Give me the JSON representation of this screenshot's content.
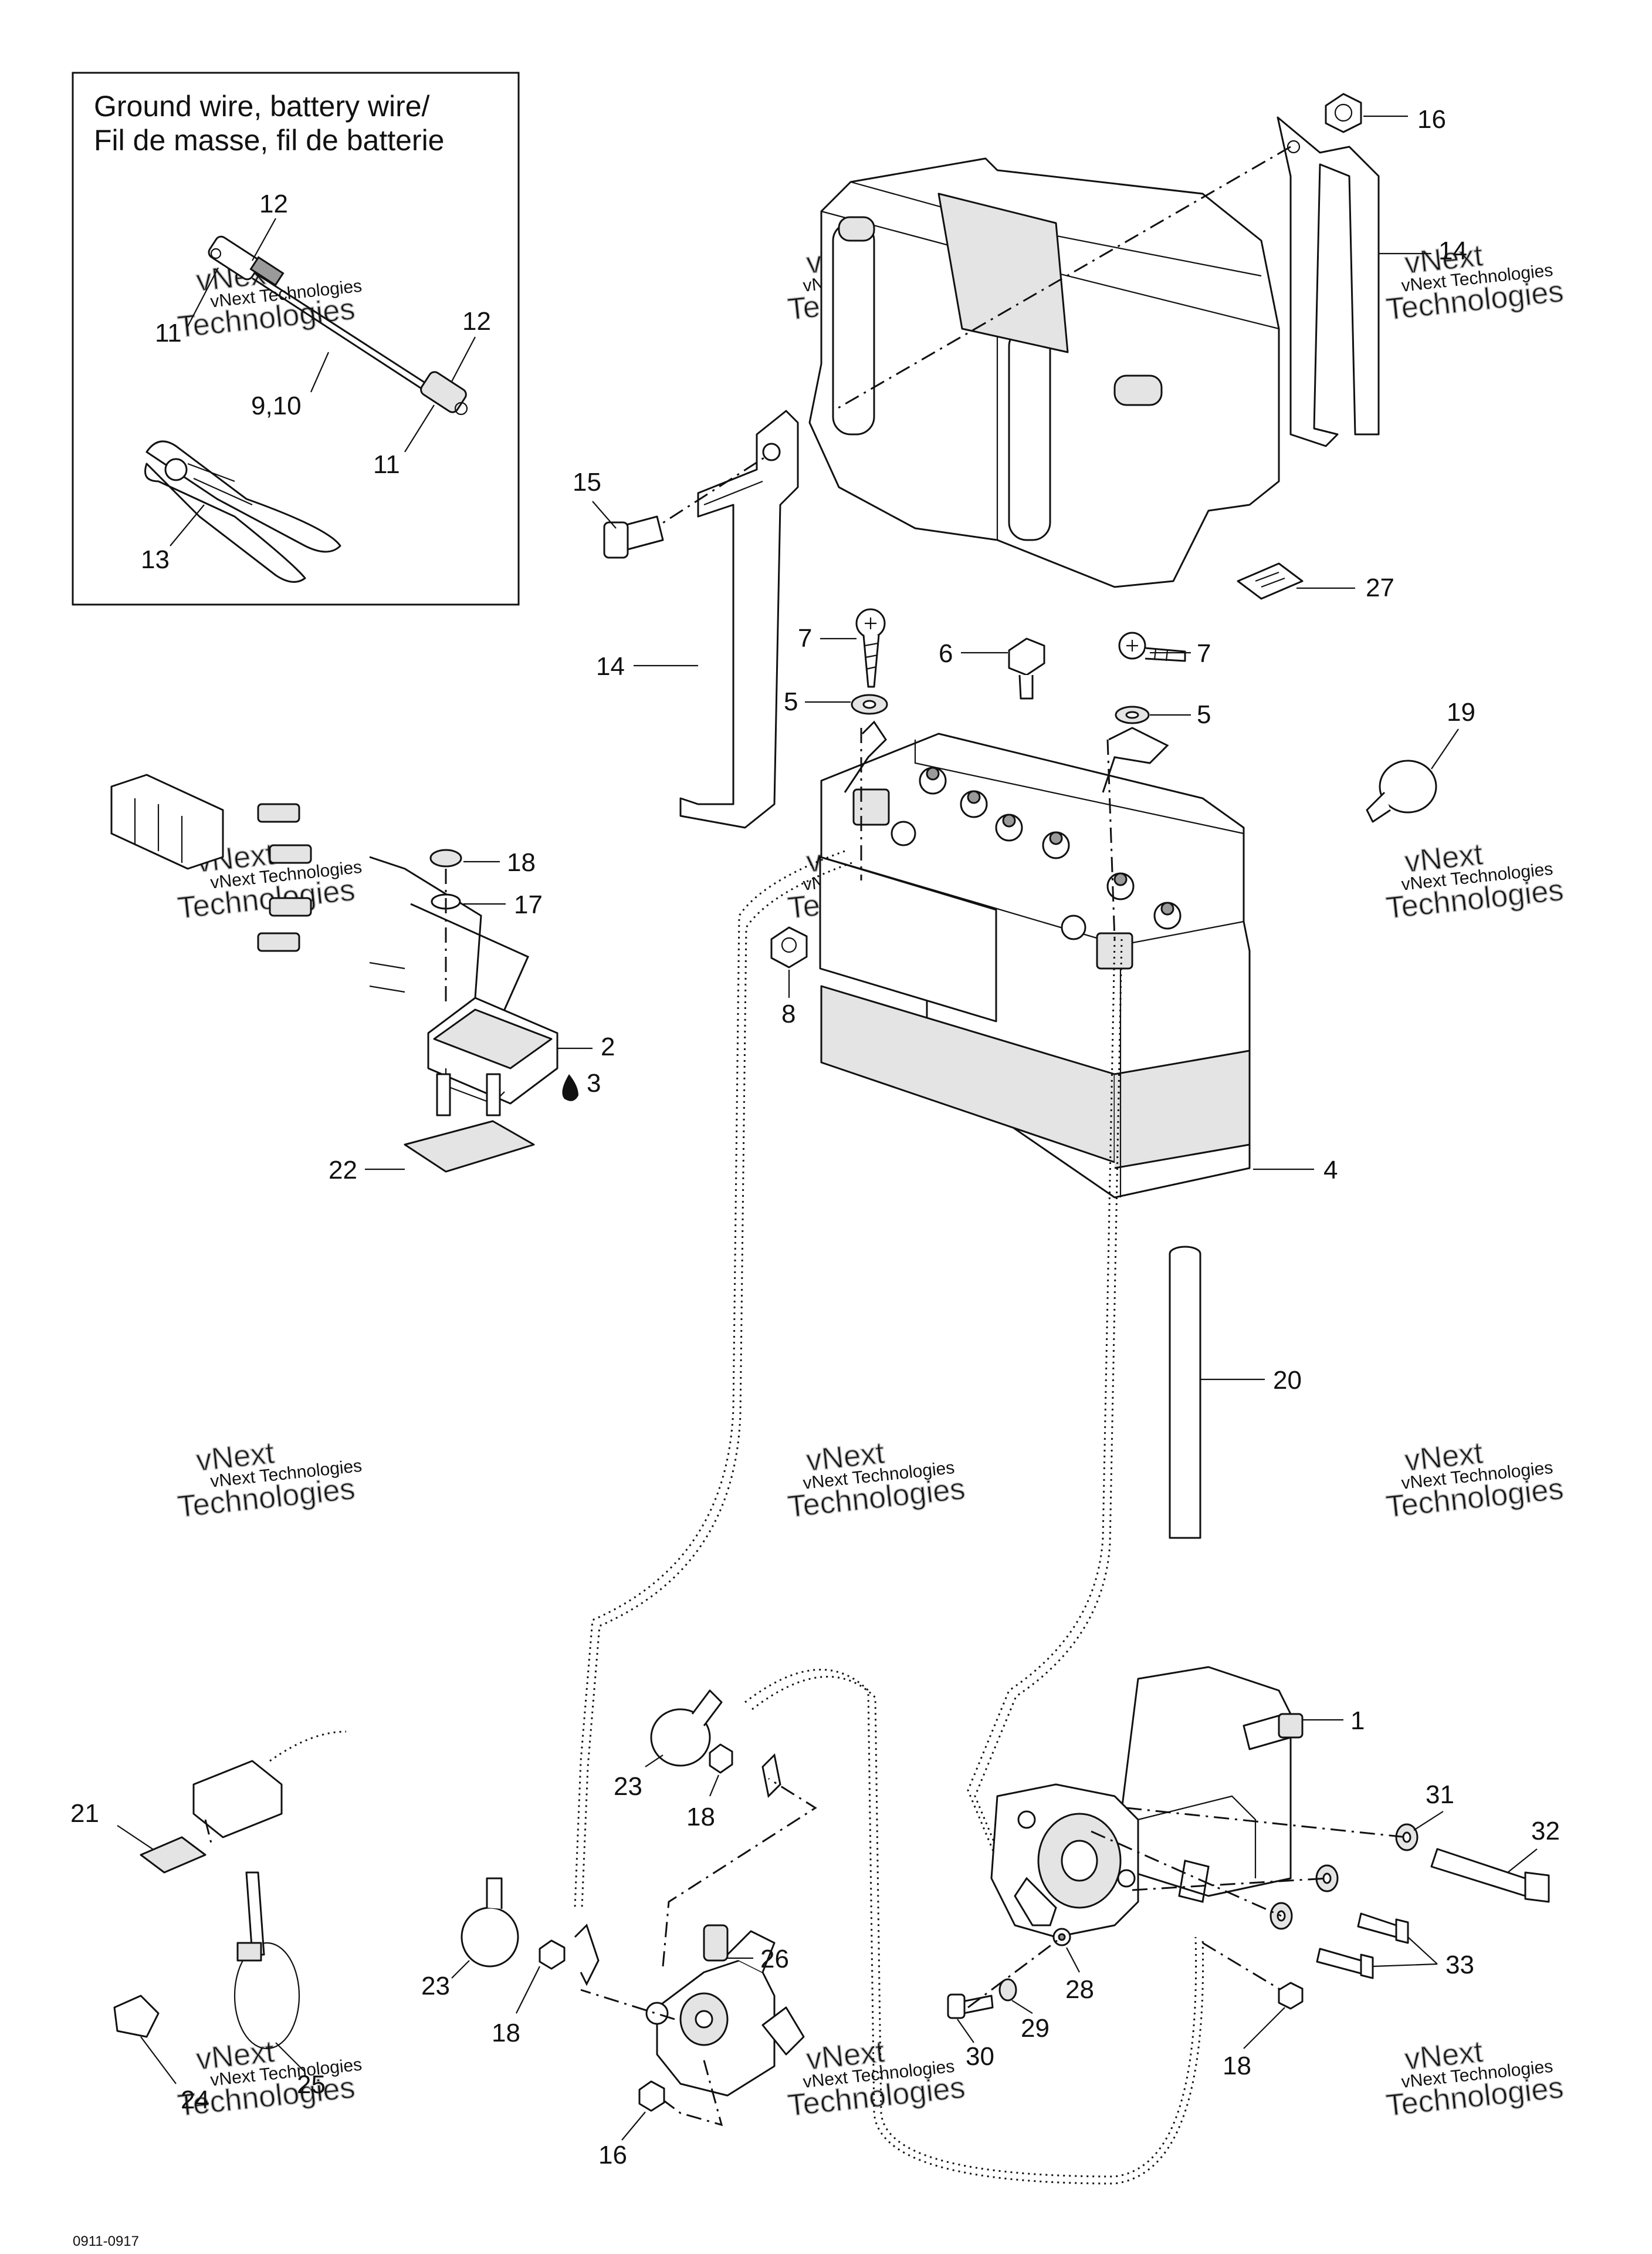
{
  "inset": {
    "title_line1": "Ground wire, battery wire/",
    "title_line2": "Fil de masse, fil de batterie"
  },
  "callouts": {
    "c1": "1",
    "c2": "2",
    "c3": "3",
    "c4": "4",
    "c5a": "5",
    "c5b": "5",
    "c6": "6",
    "c7a": "7",
    "c7b": "7",
    "c8": "8",
    "c9_10": "9,10",
    "c11a": "11",
    "c11b": "11",
    "c12a": "12",
    "c12b": "12",
    "c13": "13",
    "c14a": "14",
    "c14b": "14",
    "c15": "15",
    "c16a": "16",
    "c16b": "16",
    "c17": "17",
    "c18a": "18",
    "c18b": "18",
    "c18c": "18",
    "c18d": "18",
    "c19": "19",
    "c20": "20",
    "c21": "21",
    "c22": "22",
    "c23a": "23",
    "c23b": "23",
    "c24": "24",
    "c25": "25",
    "c26": "26",
    "c27": "27",
    "c28": "28",
    "c29": "29",
    "c30": "30",
    "c31": "31",
    "c32": "32",
    "c33": "33"
  },
  "watermark": {
    "line1": "vNext Technologies",
    "line2": "Technologies",
    "line0": "vNext"
  },
  "footer": {
    "code": "0911-0917"
  }
}
